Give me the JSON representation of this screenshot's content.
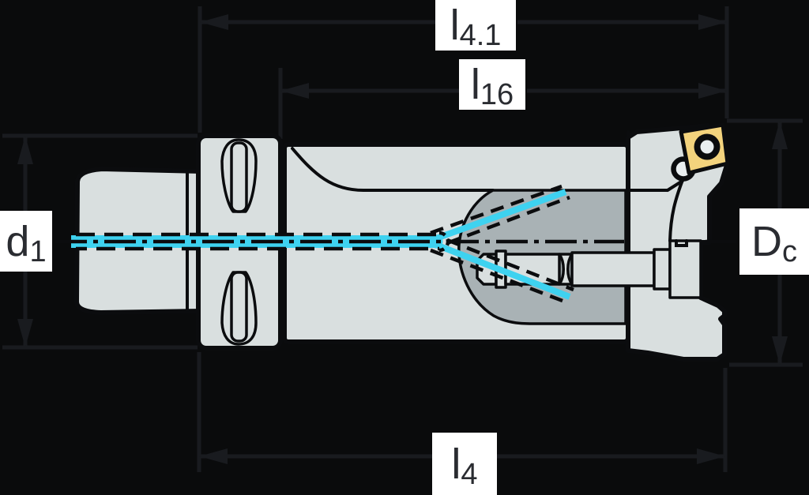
{
  "diagram": {
    "type": "technical-dimension-drawing",
    "subject": "indexable-milling-cutter-sectional-view",
    "labels": {
      "l41": {
        "main": "l",
        "sub": "4.1"
      },
      "l16": {
        "main": "l",
        "sub": "16"
      },
      "l4": {
        "main": "l",
        "sub": "4"
      },
      "d1": {
        "main": "d",
        "sub": "1"
      },
      "dc": {
        "main": "D",
        "sub": "c"
      }
    },
    "colors": {
      "background": "#0a0b0c",
      "dimension": "#191b1f",
      "body_fill": "#d9dfdf",
      "cavity_fill": "#a9b2b5",
      "coolant": "#3ed2f0",
      "insert_fill": "#f3d37d",
      "outline": "#0b0c0e",
      "label_bg": "#ffffff",
      "label_text": "#2a2c31",
      "screw_fill": "#e9eef0"
    }
  }
}
